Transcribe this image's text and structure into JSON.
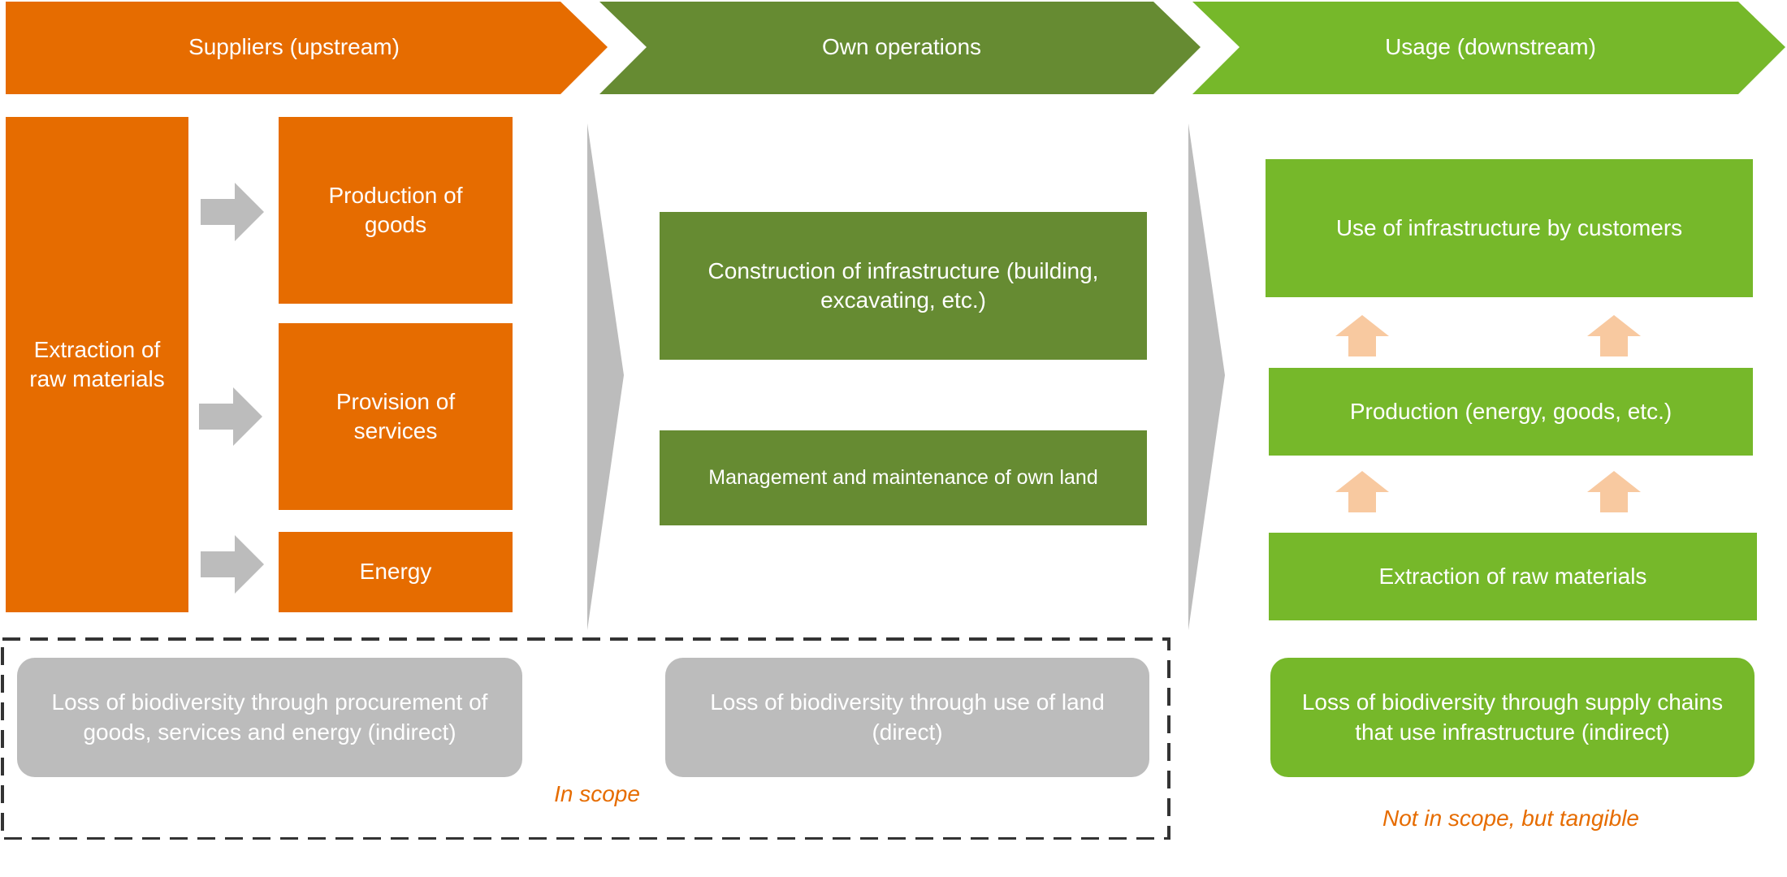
{
  "headers": {
    "suppliers": "Suppliers (upstream)",
    "own": "Own operations",
    "usage": "Usage (downstream)"
  },
  "suppliers": {
    "extraction": "Extraction of raw materials",
    "goods": "Production of goods",
    "services": "Provision of services",
    "energy": "Energy",
    "loss": "Loss of biodiversity through procurement of goods, services and energy (indirect)"
  },
  "own": {
    "construction": "Construction of infrastructure (building, excavating, etc.)",
    "management": "Management and maintenance of own land",
    "loss": "Loss of biodiversity through use of land (direct)"
  },
  "usage": {
    "use": "Use of infrastructure by customers",
    "production": "Production (energy, goods, etc.)",
    "extraction": "Extraction of raw materials",
    "loss": "Loss of biodiversity through supply chains that use infrastructure (indirect)"
  },
  "notes": {
    "in_scope": "In scope",
    "not_in_scope": "Not in scope, but tangible"
  },
  "colors": {
    "orange": "#e66c00",
    "dark_green": "#668b32",
    "light_green": "#76b82a",
    "grey": "#bcbcbc",
    "light_arrow": "#f8c9a0"
  },
  "icons": [
    "right-arrow-icon",
    "up-arrow-icon",
    "chevron-separator-icon"
  ]
}
